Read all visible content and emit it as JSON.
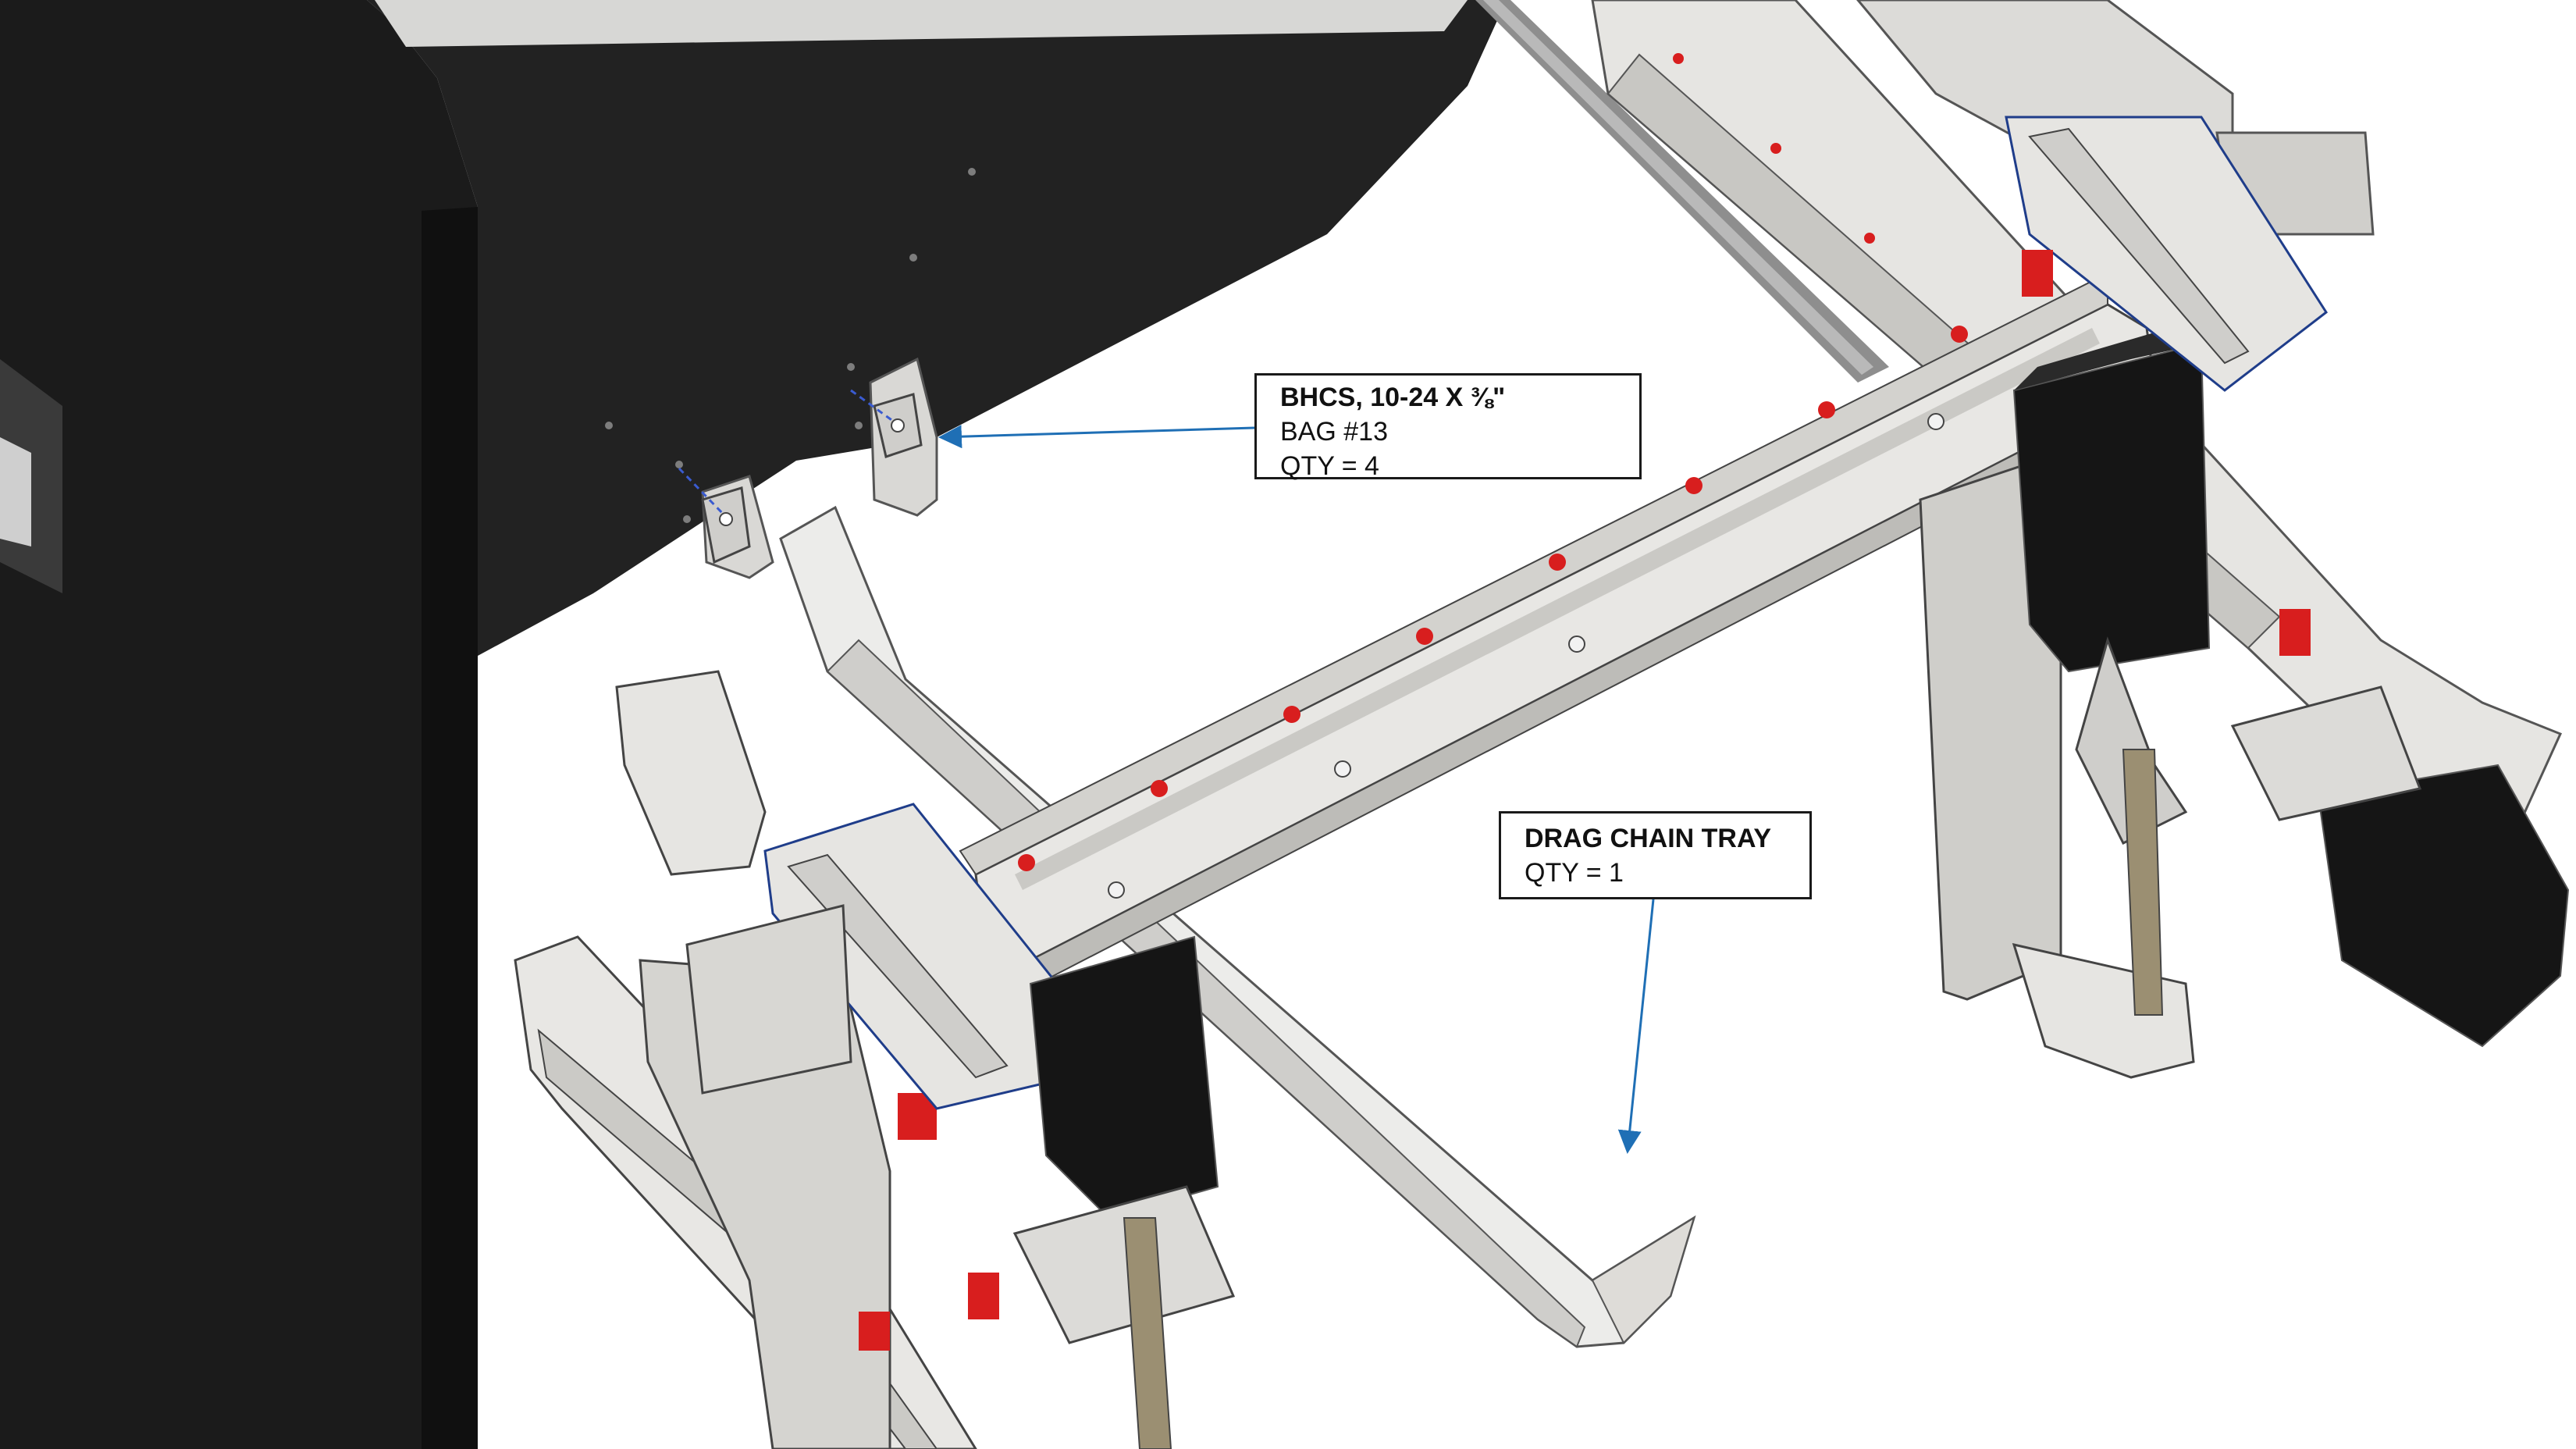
{
  "callouts": {
    "bhcs": {
      "title": "BHCS, 10-24 X ⅜\"",
      "line2": "BAG #13",
      "line3": "QTY = 4"
    },
    "tray": {
      "title": "DRAG CHAIN TRAY",
      "line2": "QTY = 1"
    }
  },
  "colors": {
    "frame_black": "#1b1b1b",
    "metal_light": "#ecebe8",
    "metal_mid": "#c9c8c4",
    "motor_black": "#151515",
    "accent_red": "#d81e1e",
    "leader_blue": "#1f6fb5"
  }
}
